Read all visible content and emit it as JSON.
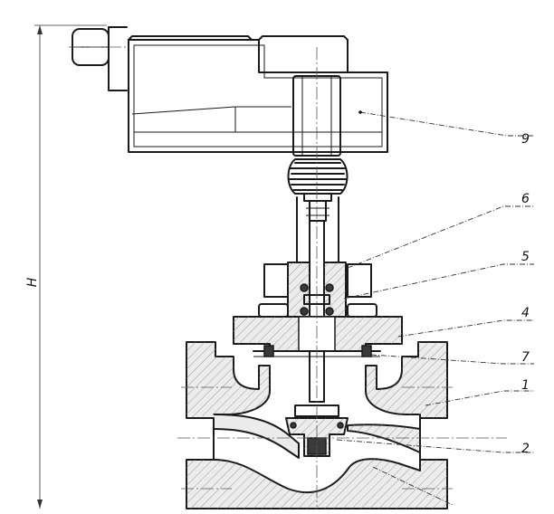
{
  "figure": {
    "dimension_label": "H",
    "callouts": [
      {
        "id": "callout-9",
        "text": "9"
      },
      {
        "id": "callout-6",
        "text": "6"
      },
      {
        "id": "callout-5",
        "text": "5"
      },
      {
        "id": "callout-4",
        "text": "4"
      },
      {
        "id": "callout-7",
        "text": "7"
      },
      {
        "id": "callout-1",
        "text": "1"
      },
      {
        "id": "callout-2",
        "text": "2"
      }
    ]
  }
}
